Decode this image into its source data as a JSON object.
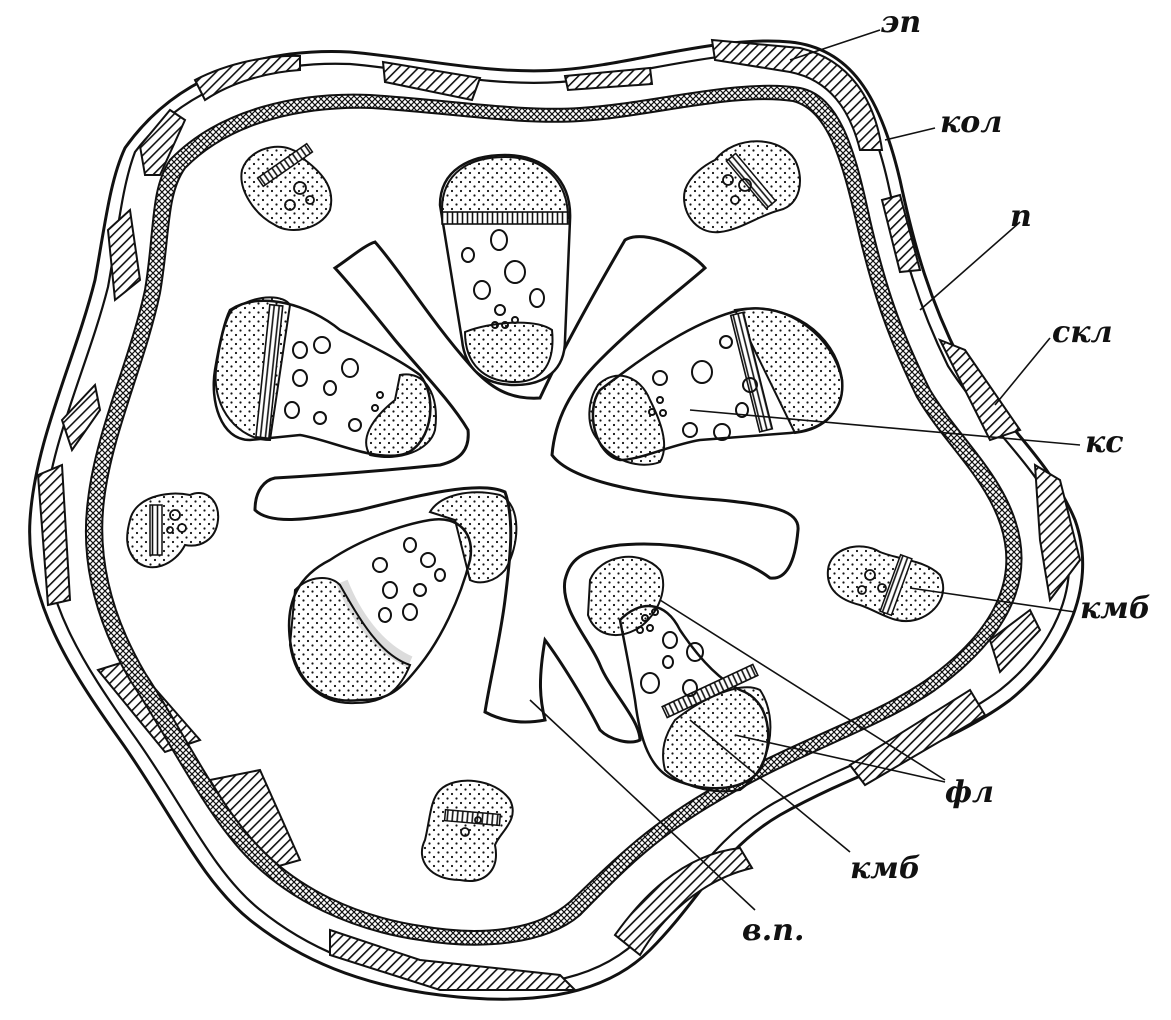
{
  "labels": {
    "ep": "эп",
    "kol": "кол",
    "p": "п",
    "skl": "скл",
    "ks": "кс",
    "kmb_right": "кмб",
    "fl": "фл",
    "kmb_bottom": "кмб",
    "vp": "в.п."
  },
  "colors": {
    "ink": "#111111",
    "paper": "#ffffff"
  }
}
